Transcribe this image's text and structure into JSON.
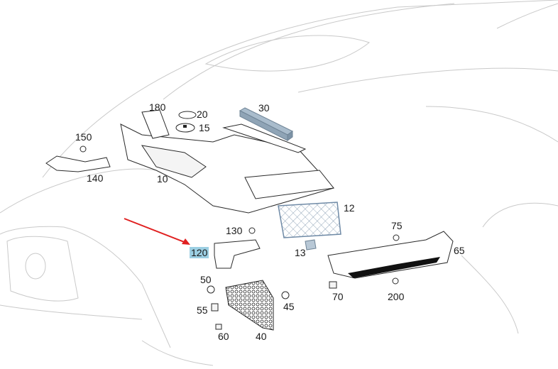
{
  "diagram": {
    "title": "Underbody trim and panel exploded view",
    "highlighted_part": "120",
    "highlight_color": "#9ccfe3",
    "arrow_color": "#e02020",
    "part_30_color": "#8fa4b6",
    "labels": [
      {
        "id": "180",
        "text": "180"
      },
      {
        "id": "20",
        "text": "20"
      },
      {
        "id": "15",
        "text": "15"
      },
      {
        "id": "30",
        "text": "30"
      },
      {
        "id": "150",
        "text": "150"
      },
      {
        "id": "140",
        "text": "140"
      },
      {
        "id": "10",
        "text": "10"
      },
      {
        "id": "12",
        "text": "12"
      },
      {
        "id": "130",
        "text": "130"
      },
      {
        "id": "120",
        "text": "120"
      },
      {
        "id": "13",
        "text": "13"
      },
      {
        "id": "75",
        "text": "75"
      },
      {
        "id": "65",
        "text": "65"
      },
      {
        "id": "50",
        "text": "50"
      },
      {
        "id": "45",
        "text": "45"
      },
      {
        "id": "55",
        "text": "55"
      },
      {
        "id": "40",
        "text": "40"
      },
      {
        "id": "60",
        "text": "60"
      },
      {
        "id": "70",
        "text": "70"
      },
      {
        "id": "200",
        "text": "200"
      }
    ]
  }
}
